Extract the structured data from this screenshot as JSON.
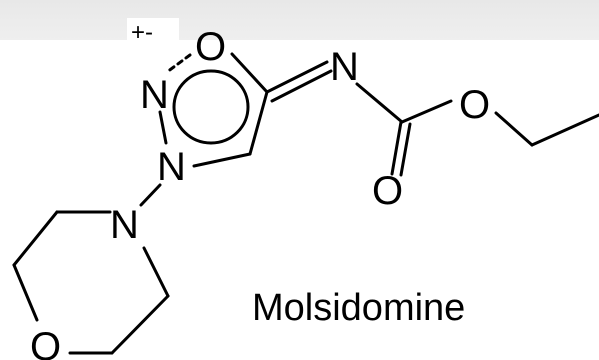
{
  "diagram": {
    "atoms": {
      "ring_o": "O",
      "ring_n2": "N",
      "ring_n3": "N",
      "imine_n": "N",
      "ester_o": "O",
      "carbonyl_o": "O",
      "morph_n": "N",
      "morph_o": "O"
    },
    "charge": "+-",
    "caption": "Molsidomine"
  }
}
